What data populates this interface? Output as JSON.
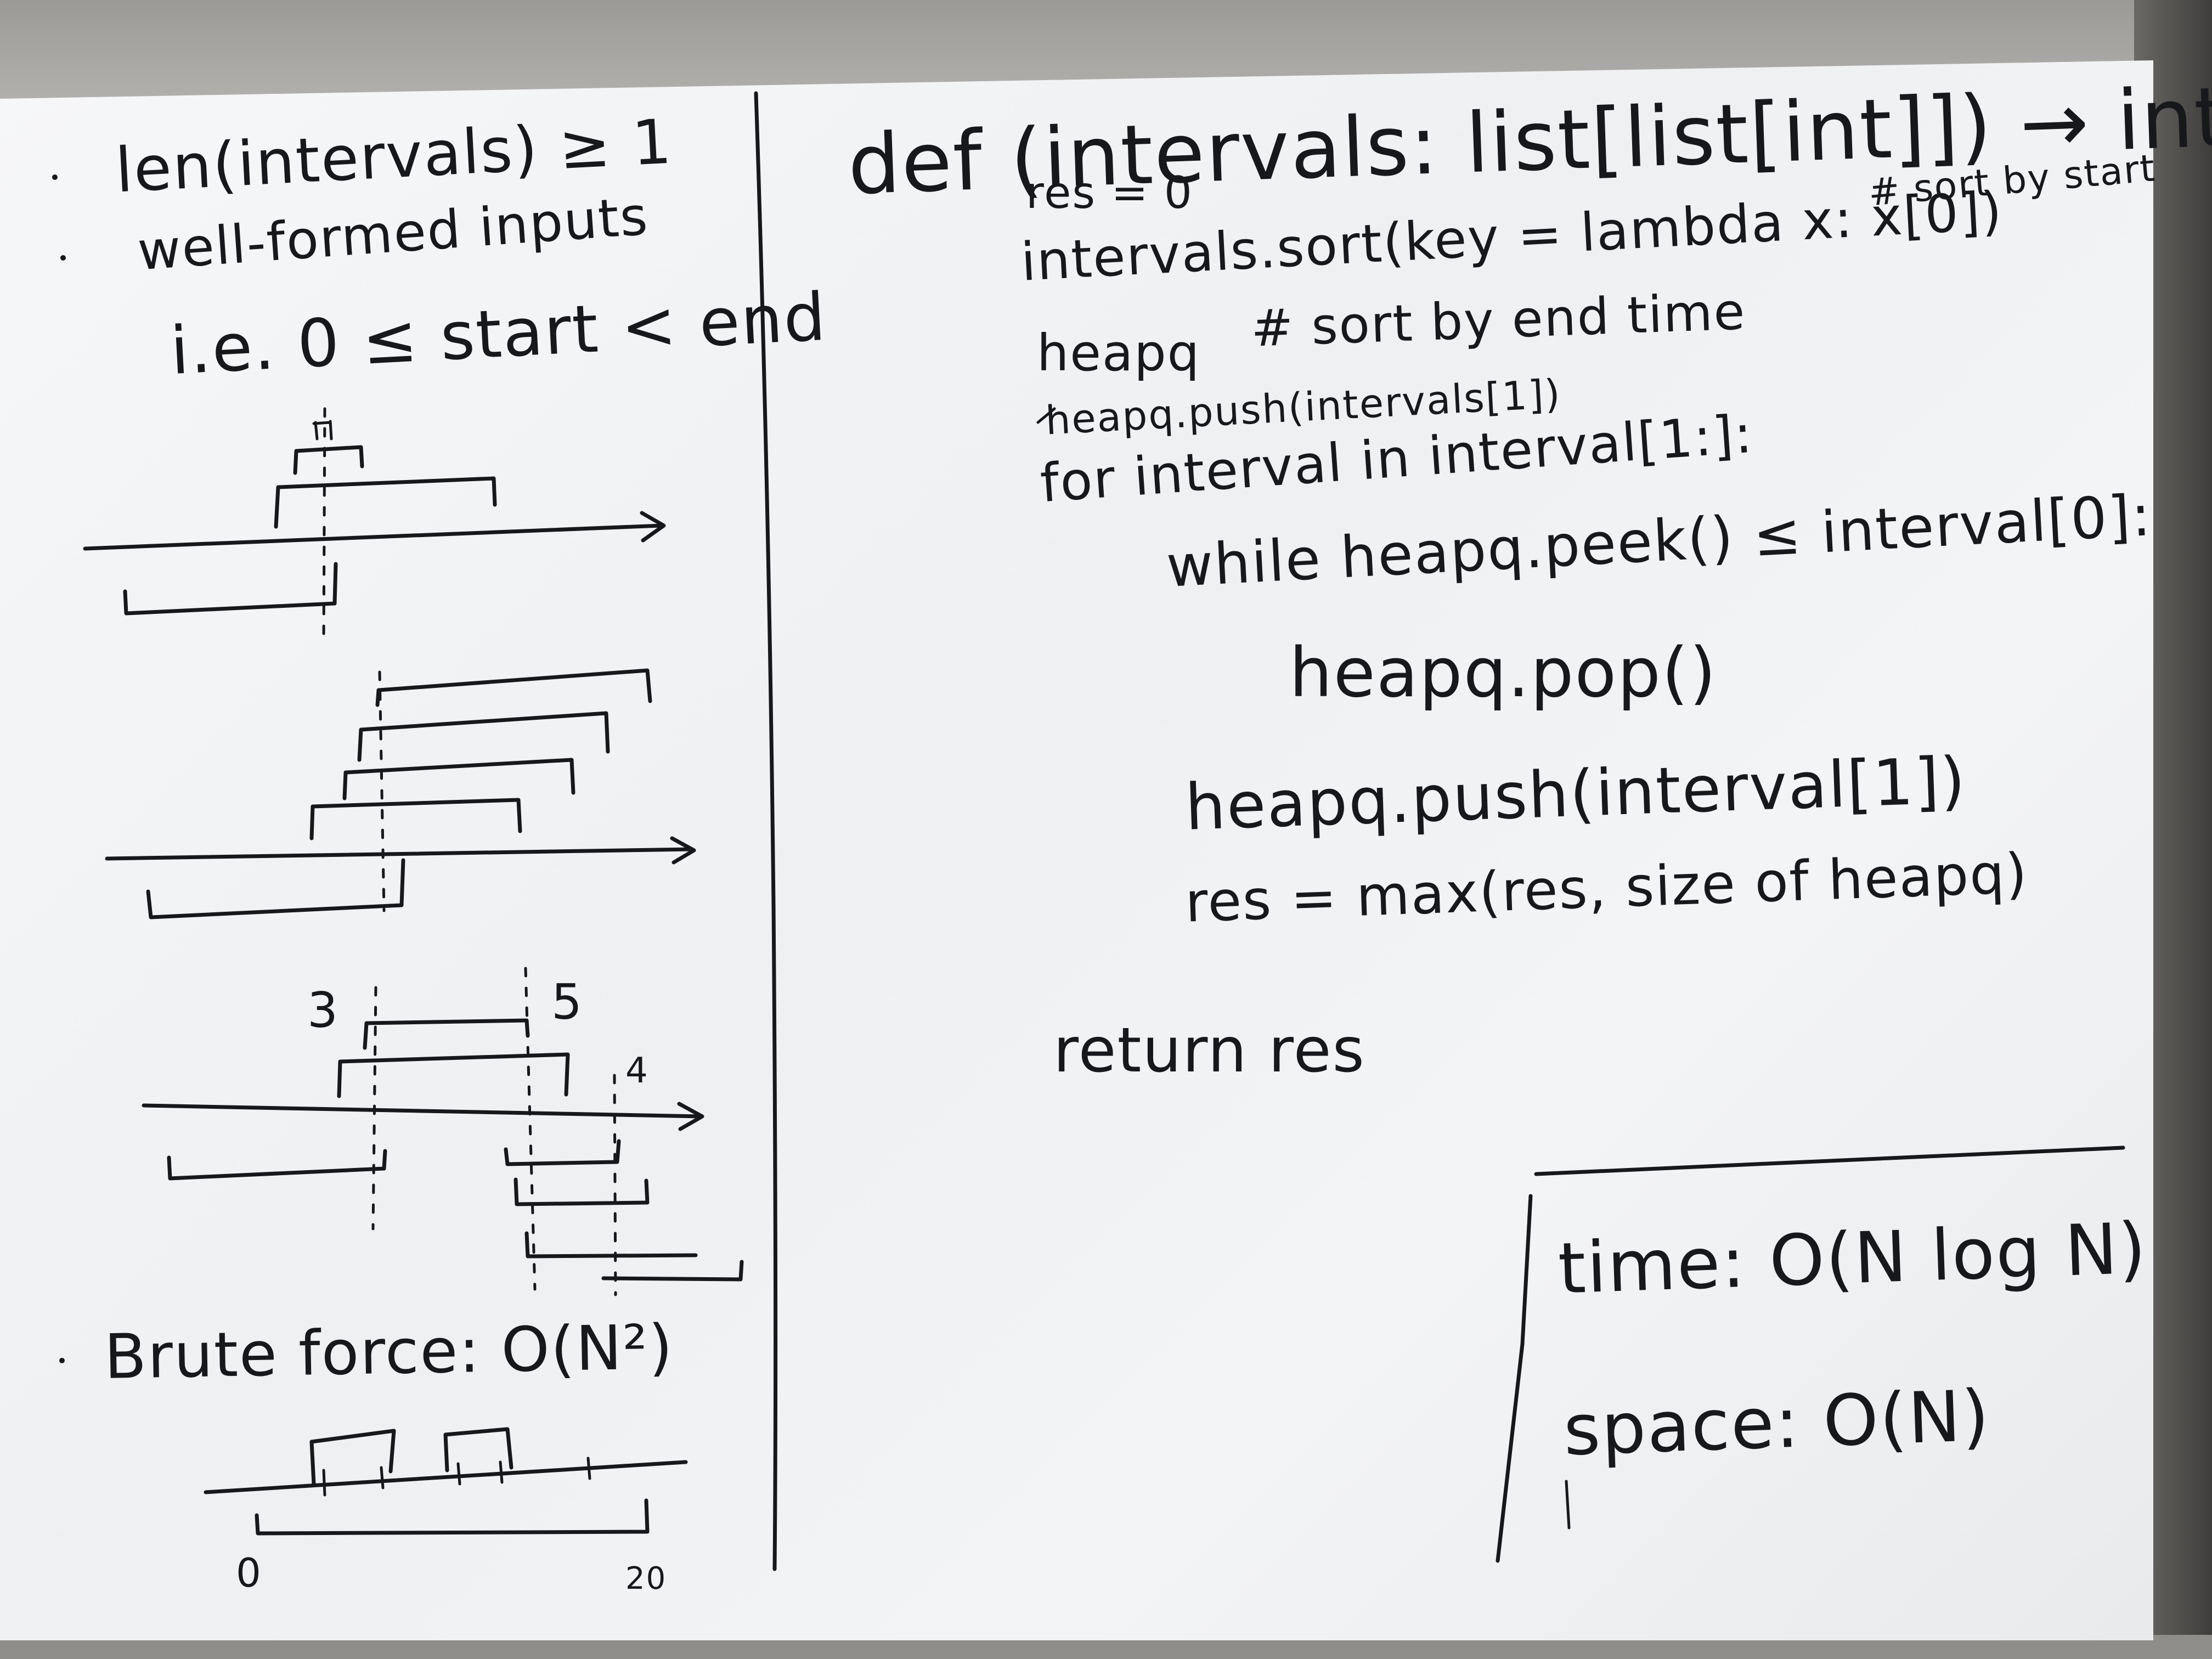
{
  "left_notes": {
    "constraint_1": "len(intervals) ≥ 1",
    "constraint_2": "well-formed inputs",
    "constraint_3": "i.e. 0 ≤ start < end",
    "label_3": "3",
    "label_5": "5",
    "label_4": "4",
    "brute_force": "Brute force: O(N²)",
    "axis_start": "0",
    "axis_end": "20"
  },
  "code": {
    "signature": "def (intervals: list[list[int]]) → int:",
    "line_res": "res = 0",
    "line_sort": "intervals.sort(key = lambda x: x[0])",
    "comment_sort": "# sort by start",
    "line_heapq": "heapq",
    "comment_heapq": "# sort by end time",
    "line_push_first": "heapq.push(intervals[1])",
    "line_for": "for interval in interval[1:]:",
    "line_while": "while heapq.peek() ≤ interval[0]:",
    "line_pop": "heapq.pop()",
    "line_push": "heapq.push(interval[1])",
    "line_max": "res = max(res, size of heapq)",
    "line_return": "return res"
  },
  "complexity": {
    "time": "time: O(N log N)",
    "space": "space: O(N)"
  }
}
